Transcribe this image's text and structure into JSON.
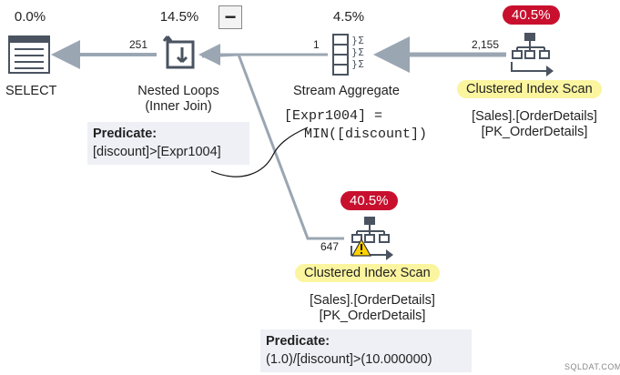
{
  "select": {
    "pct": "0.0%",
    "label": "SELECT"
  },
  "nested_loops": {
    "pct": "14.5%",
    "label1": "Nested Loops",
    "label2": "(Inner Join)",
    "rows": "251"
  },
  "collapse": {
    "symbol": "−"
  },
  "stream_aggregate": {
    "pct": "4.5%",
    "label": "Stream Aggregate",
    "rows": "1"
  },
  "scan_top": {
    "pct": "40.5%",
    "label": "Clustered Index Scan",
    "obj1": "[Sales].[OrderDetails]",
    "obj2": "[PK_OrderDetails]",
    "rows": "2,155"
  },
  "scan_bottom": {
    "pct": "40.5%",
    "label": "Clustered Index Scan",
    "obj1": "[Sales].[OrderDetails]",
    "obj2": "[PK_OrderDetails]",
    "rows": "647"
  },
  "predicate_top": {
    "heading": "Predicate:",
    "text": "[discount]>[Expr1004]"
  },
  "predicate_bottom": {
    "heading": "Predicate:",
    "text": "(1.0)/[discount]>(10.000000)"
  },
  "expr_note": {
    "line1": "[Expr1004] =",
    "line2": "MIN([discount])"
  },
  "footer": {
    "text": "SQLDAT.COM"
  },
  "colors": {
    "badge": "#c8102e",
    "highlight": "#fbf5a0",
    "arrow": "#9aa6b2",
    "icon": "#4a5360"
  }
}
